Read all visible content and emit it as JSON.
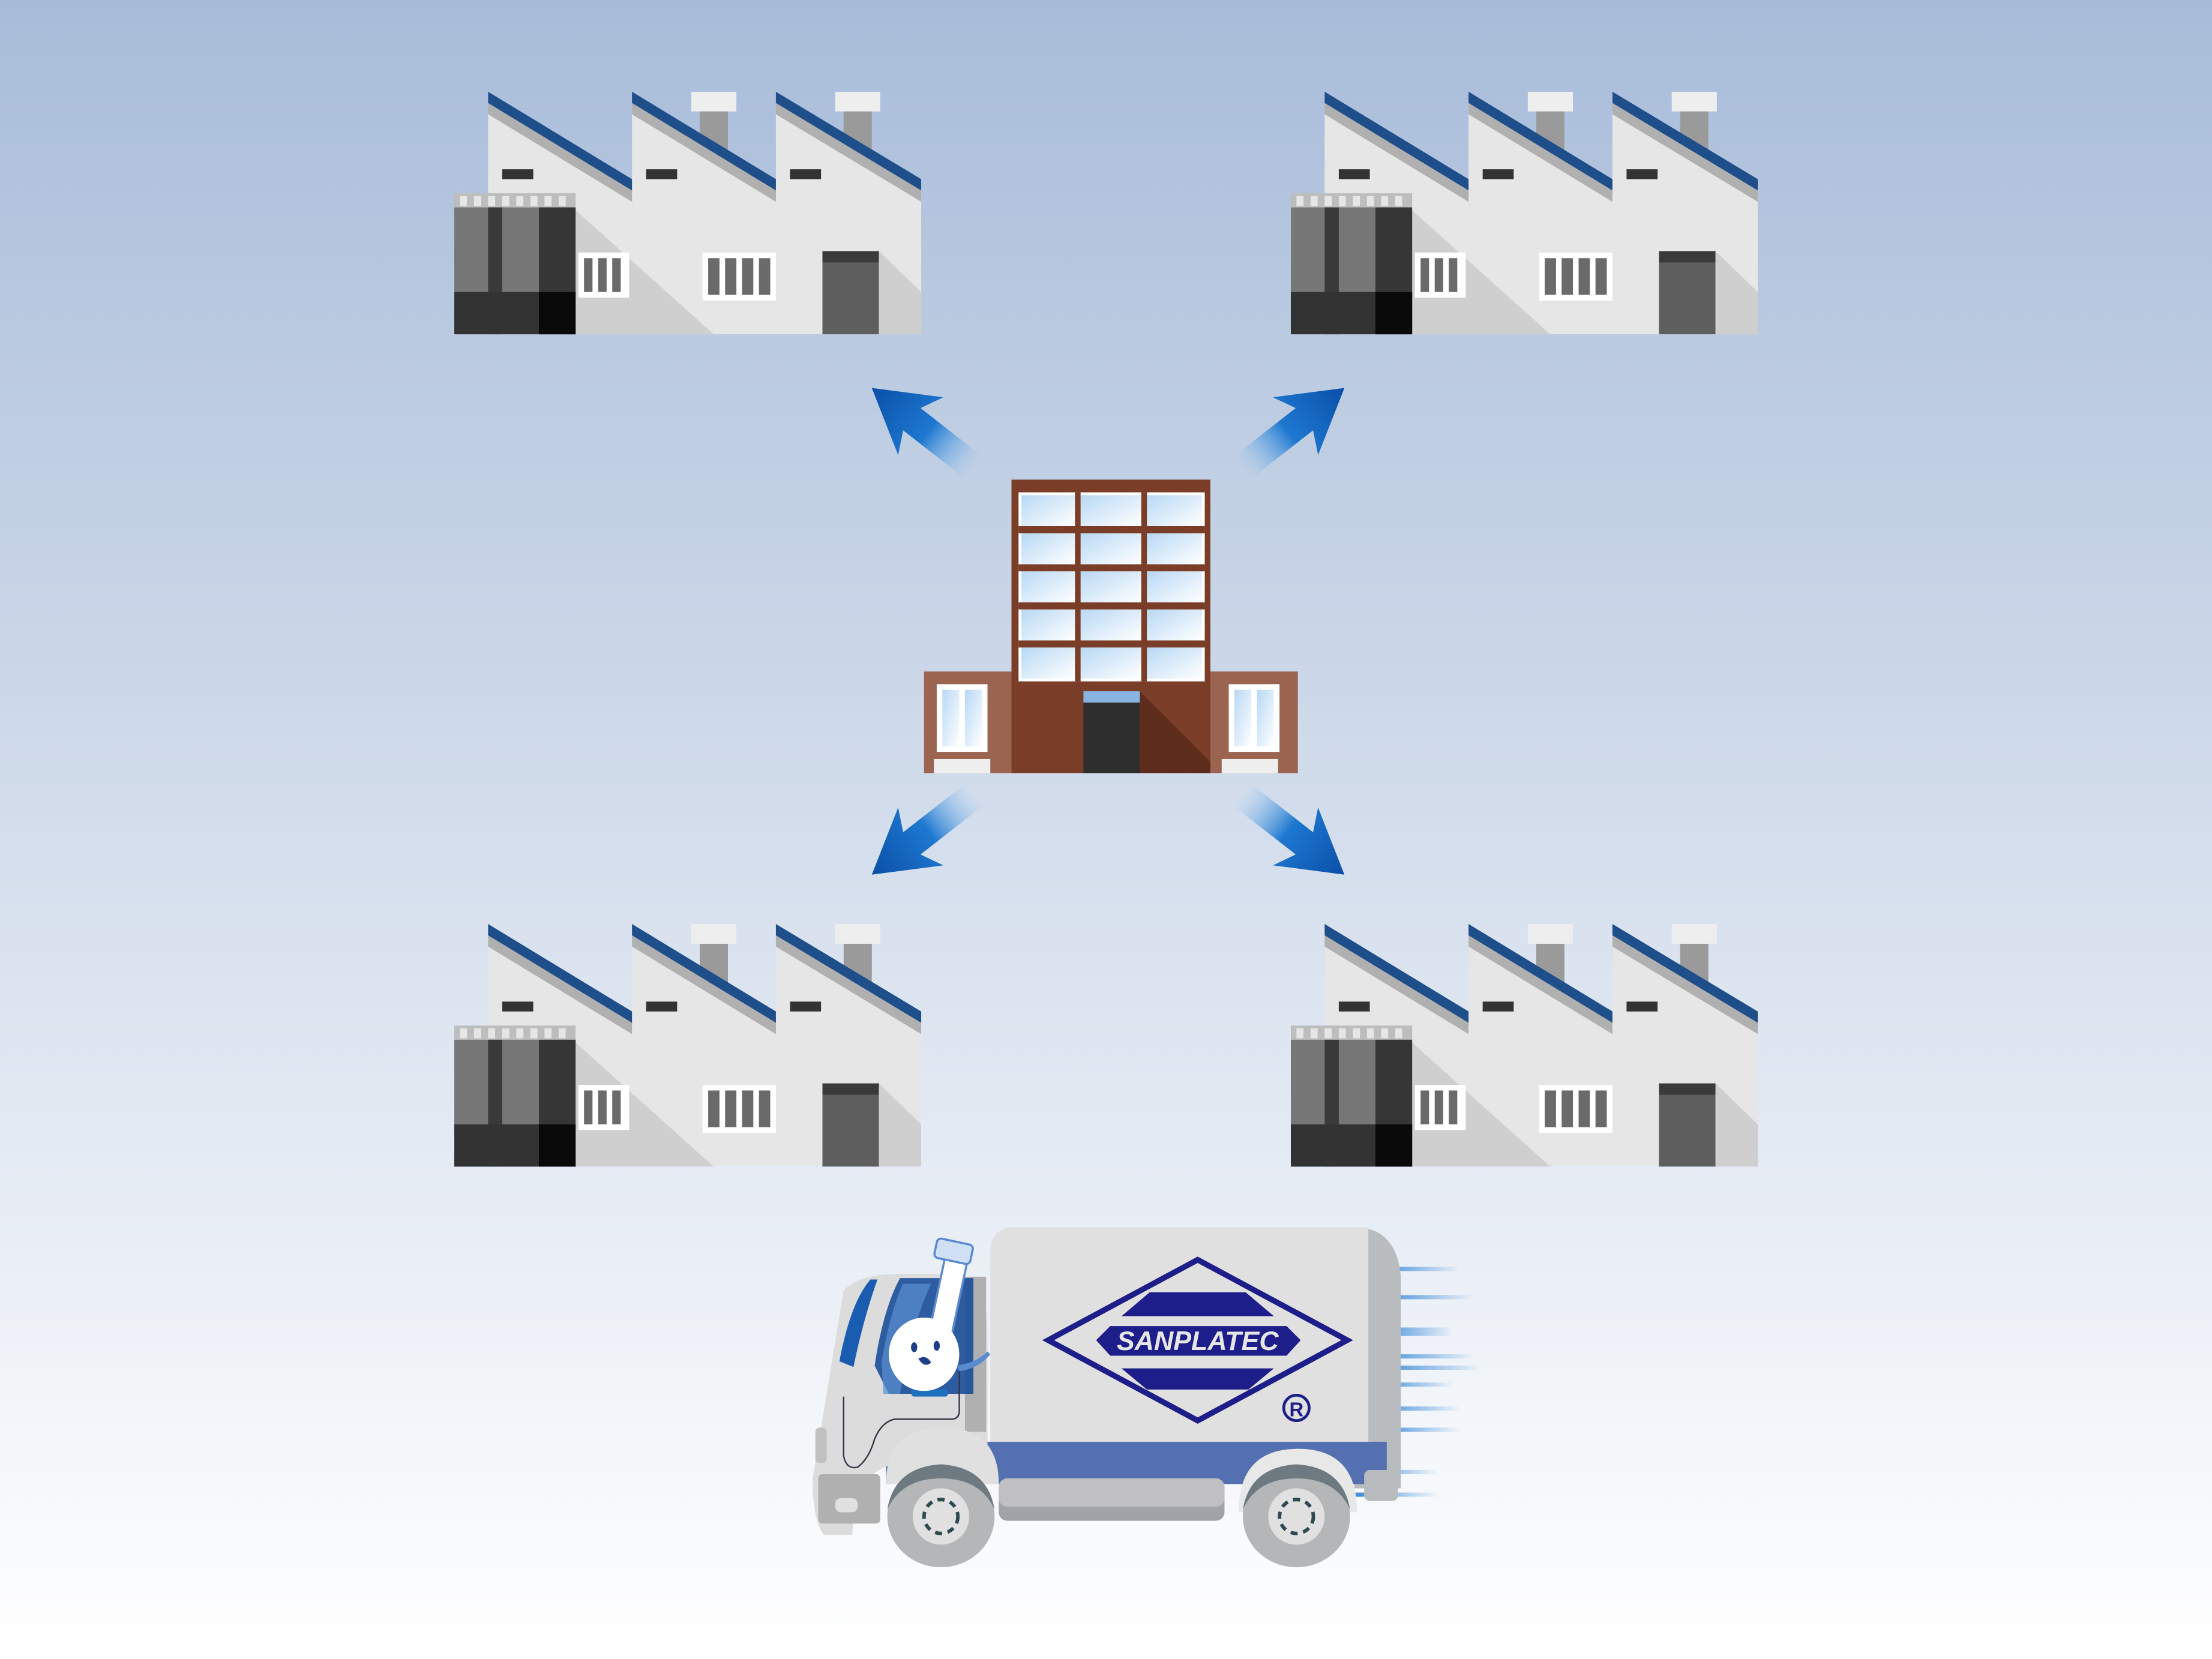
{
  "scene": {
    "description_label": "distribution",
    "colors": {
      "sky_top": "#a8bcd9",
      "sky_bottom": "#ffffff",
      "roof_blue": "#1f4f8a",
      "arrow_blue": "#0a56b0",
      "hq_brown": "#7a3e28",
      "logo_navy": "#1e1e8a",
      "truck_stripe": "#5570b0"
    }
  },
  "truck": {
    "logo_text": "SANPLATEC",
    "registered_mark": "R"
  }
}
